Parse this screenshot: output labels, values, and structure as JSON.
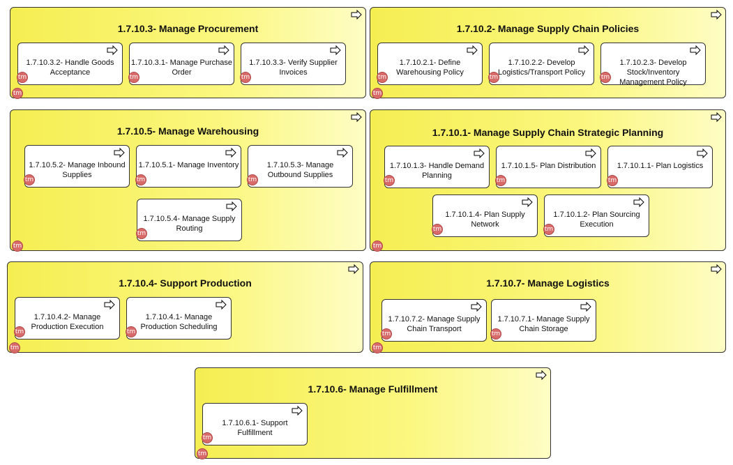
{
  "groups": [
    {
      "id": "procurement",
      "title": "1.7.10.3- Manage Procurement",
      "cards": [
        "1.7.10.3.2- Handle Goods\nAcceptance",
        "1.7.10.3.1- Manage Purchase\nOrder",
        "1.7.10.3.3- Verify Supplier\nInvoices"
      ]
    },
    {
      "id": "policies",
      "title": "1.7.10.2- Manage Supply Chain Policies",
      "cards": [
        "1.7.10.2.1- Define\nWarehousing Policy",
        "1.7.10.2.2- Develop\nLogistics/Transport Policy",
        "1.7.10.2.3- Develop\nStock/Inventory\nManagement Policy"
      ]
    },
    {
      "id": "warehousing",
      "title": "1.7.10.5- Manage Warehousing",
      "cards": [
        "1.7.10.5.2- Manage Inbound\nSupplies",
        "1.7.10.5.1- Manage Inventory",
        "1.7.10.5.3- Manage\nOutbound Supplies",
        "1.7.10.5.4- Manage Supply\nRouting"
      ]
    },
    {
      "id": "strategic",
      "title": "1.7.10.1- Manage Supply Chain Strategic Planning",
      "cards": [
        "1.7.10.1.3- Handle Demand\nPlanning",
        "1.7.10.1.5- Plan Distribution",
        "1.7.10.1.1- Plan Logistics",
        "1.7.10.1.4- Plan Supply\nNetwork",
        "1.7.10.1.2- Plan Sourcing\nExecution"
      ]
    },
    {
      "id": "production",
      "title": "1.7.10.4- Support Production",
      "cards": [
        "1.7.10.4.2- Manage\nProduction Execution",
        "1.7.10.4.1- Manage\nProduction Scheduling"
      ]
    },
    {
      "id": "logistics",
      "title": "1.7.10.7- Manage Logistics",
      "cards": [
        "1.7.10.7.2- Manage Supply\nChain Transport",
        "1.7.10.7.1- Manage Supply\nChain Storage"
      ]
    },
    {
      "id": "fulfillment",
      "title": "1.7.10.6- Manage Fulfillment",
      "cards": [
        "1.7.10.6.1- Support\nFulfillment"
      ]
    }
  ],
  "icons": {
    "arrow": "arrow-icon",
    "badge": "tm-badge-icon",
    "badge_text": "tm"
  },
  "colors": {
    "group_fill_start": "#f5ee52",
    "group_fill_end": "#fefdc4",
    "badge": "#d86a6a"
  }
}
